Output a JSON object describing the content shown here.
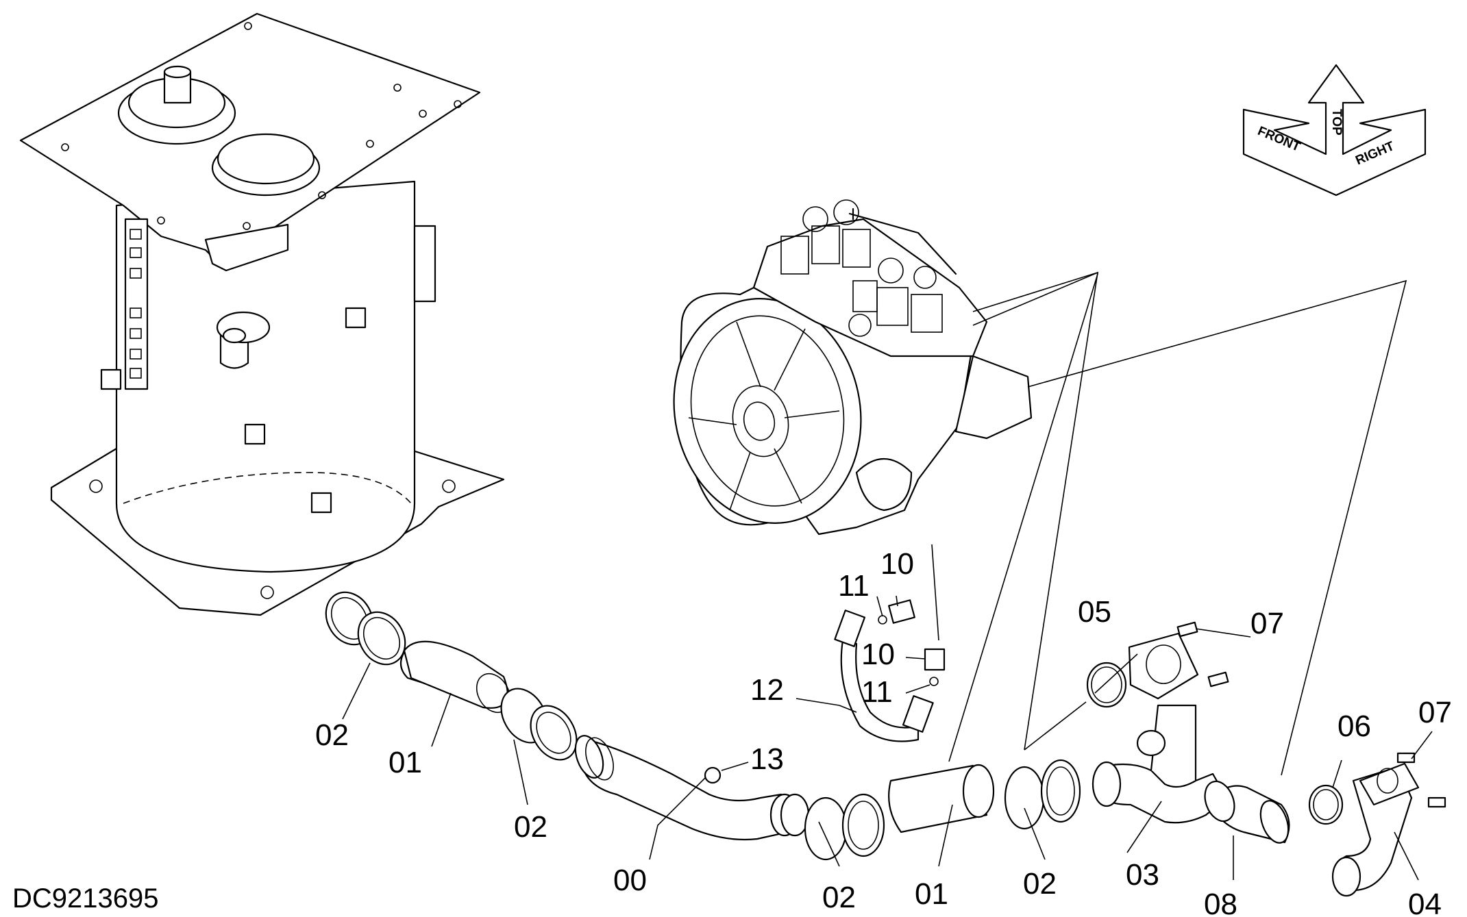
{
  "drawing": {
    "reference": "DC9213695",
    "direction_indicator": {
      "front": "FRONT",
      "top": "TOP",
      "right": "RIGHT"
    }
  },
  "callouts": [
    "00",
    "01",
    "01",
    "02",
    "02",
    "02",
    "02",
    "03",
    "04",
    "05",
    "06",
    "07",
    "07",
    "08",
    "10",
    "10",
    "11",
    "11",
    "12",
    "13"
  ]
}
